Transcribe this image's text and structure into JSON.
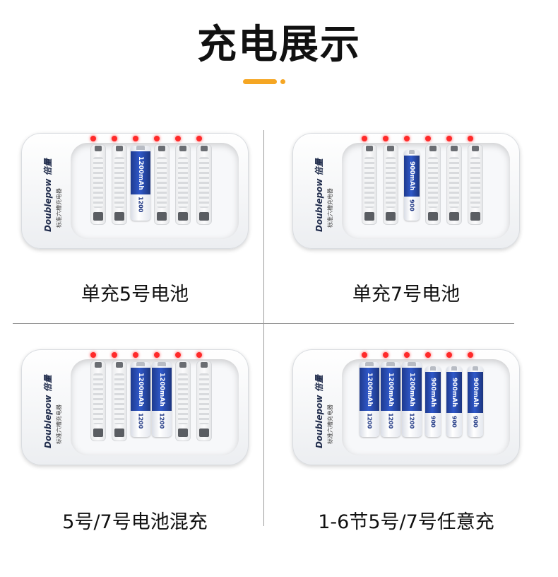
{
  "title": "充电展示",
  "colors": {
    "accent": "#f5a623",
    "led": "#ff2a2a",
    "battery_band": "#2f58c9"
  },
  "charger": {
    "brand": "Doublepow 倍量",
    "model": "标准六槽充电器"
  },
  "battery_labels": {
    "aa_capacity": "1200mAh",
    "aa_model": "1200",
    "aaa_capacity": "900mAh",
    "aaa_model": "900"
  },
  "panels": [
    {
      "caption": "单充5号电池"
    },
    {
      "caption": "单充7号电池"
    },
    {
      "caption": "5号/7号电池混充"
    },
    {
      "caption": "1-6节5号/7号任意充"
    }
  ]
}
